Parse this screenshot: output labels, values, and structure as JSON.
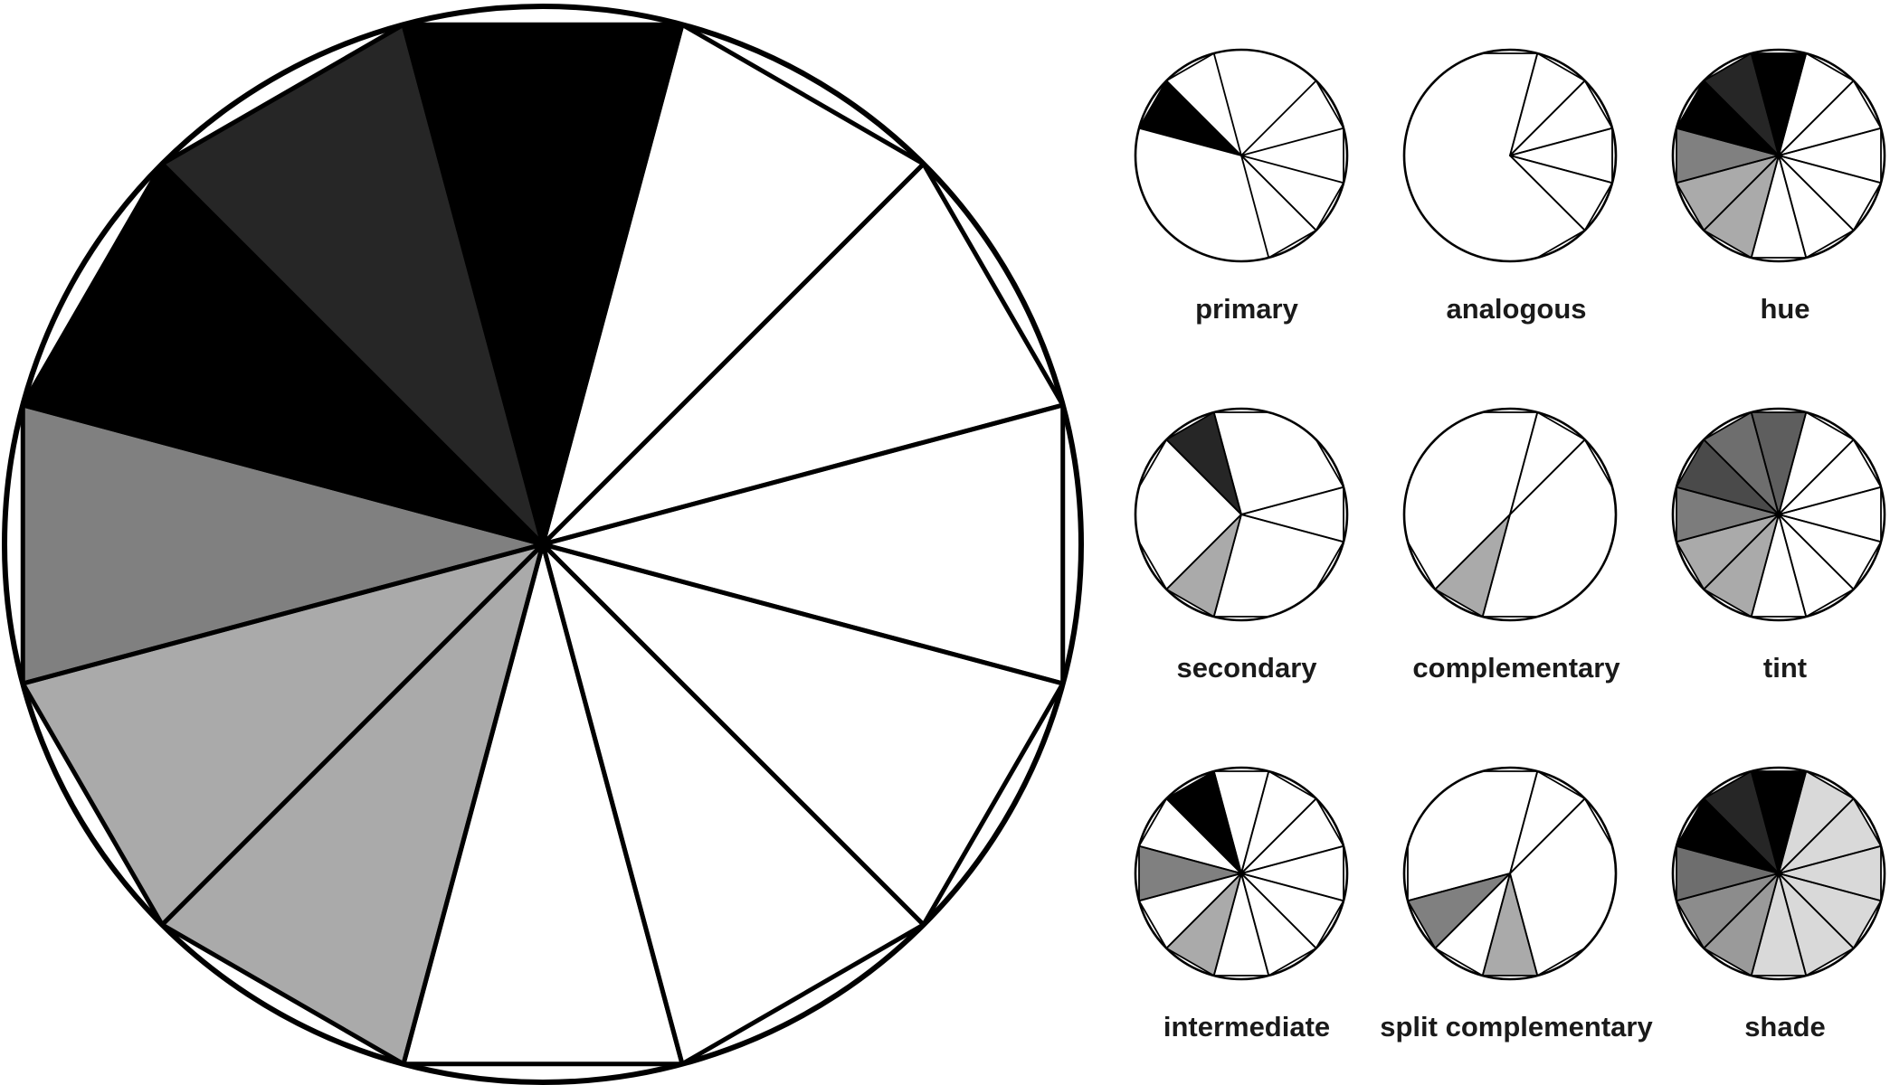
{
  "main_wheel": {
    "segments": [
      "#ffffff",
      "#ffffff",
      "#ffffff",
      "#ffffff",
      "#ffffff",
      "#ffffff",
      "#aaaaaa",
      "#aaaaaa",
      "#808080",
      "#000000",
      "#262626",
      "#000000"
    ]
  },
  "small_wheels": [
    {
      "label": "primary",
      "segments": [
        "#ffffff",
        "#ffffff",
        "#ffffff",
        "#ffffff",
        "#ffffff",
        "#ffffff",
        "#ffffff",
        "#ffffff",
        "#ffffff",
        "#000000",
        "#ffffff",
        "#ffffff"
      ],
      "lines": [
        [
          0,
          0
        ],
        [
          1,
          1
        ],
        [
          0,
          1
        ],
        [
          0,
          1
        ],
        [
          1,
          1
        ],
        [
          0,
          0
        ],
        [
          0,
          0
        ],
        [
          0,
          0
        ],
        [
          0,
          0
        ],
        [
          1,
          1
        ],
        [
          0,
          1
        ],
        [
          0,
          0
        ]
      ]
    },
    {
      "label": "analogous",
      "segments": [
        "#ffffff",
        "#ffffff",
        "#ffffff",
        "#ffffff",
        "#ffffff",
        "#ffffff",
        "#ffffff",
        "#ffffff",
        "#ffffff",
        "#ffffff",
        "#ffffff",
        "#ffffff"
      ],
      "lines": [
        [
          1,
          1
        ],
        [
          1,
          1
        ],
        [
          1,
          1
        ],
        [
          1,
          1
        ],
        [
          1,
          0
        ],
        [
          0,
          0
        ],
        [
          0,
          0
        ],
        [
          0,
          0
        ],
        [
          0,
          0
        ],
        [
          0,
          0
        ],
        [
          0,
          0
        ],
        [
          0,
          1
        ]
      ]
    },
    {
      "label": "hue",
      "segments": [
        "#ffffff",
        "#ffffff",
        "#ffffff",
        "#ffffff",
        "#ffffff",
        "#ffffff",
        "#aaaaaa",
        "#aaaaaa",
        "#808080",
        "#000000",
        "#262626",
        "#000000"
      ],
      "lines": "all"
    },
    {
      "label": "secondary",
      "segments": [
        "#ffffff",
        "#ffffff",
        "#ffffff",
        "#ffffff",
        "#ffffff",
        "#ffffff",
        "#aaaaaa",
        "#ffffff",
        "#ffffff",
        "#ffffff",
        "#262626",
        "#ffffff"
      ],
      "lines": [
        [
          0,
          0
        ],
        [
          0,
          1
        ],
        [
          1,
          1
        ],
        [
          1,
          0
        ],
        [
          0,
          0
        ],
        [
          0,
          1
        ],
        [
          1,
          1
        ],
        [
          1,
          0
        ],
        [
          0,
          0
        ],
        [
          0,
          1
        ],
        [
          1,
          1
        ],
        [
          1,
          0
        ]
      ]
    },
    {
      "label": "complementary",
      "segments": [
        "#ffffff",
        "#ffffff",
        "#ffffff",
        "#ffffff",
        "#ffffff",
        "#ffffff",
        "#aaaaaa",
        "#ffffff",
        "#ffffff",
        "#ffffff",
        "#ffffff",
        "#ffffff"
      ],
      "lines": [
        [
          1,
          1
        ],
        [
          1,
          0
        ],
        [
          0,
          0
        ],
        [
          0,
          0
        ],
        [
          0,
          0
        ],
        [
          0,
          1
        ],
        [
          1,
          1
        ],
        [
          1,
          0
        ],
        [
          0,
          0
        ],
        [
          0,
          0
        ],
        [
          0,
          0
        ],
        [
          0,
          1
        ]
      ]
    },
    {
      "label": "tint",
      "segments": [
        "#ffffff",
        "#ffffff",
        "#ffffff",
        "#ffffff",
        "#ffffff",
        "#ffffff",
        "#aaaaaa",
        "#aaaaaa",
        "#7c7c7c",
        "#4a4a4a",
        "#6e6e6e",
        "#5e5e5e"
      ],
      "lines": "all"
    },
    {
      "label": "intermediate",
      "segments": [
        "#ffffff",
        "#ffffff",
        "#ffffff",
        "#ffffff",
        "#ffffff",
        "#ffffff",
        "#aaaaaa",
        "#ffffff",
        "#808080",
        "#ffffff",
        "#000000",
        "#ffffff"
      ],
      "lines": "all"
    },
    {
      "label": "split complementary",
      "segments": [
        "#ffffff",
        "#ffffff",
        "#ffffff",
        "#ffffff",
        "#ffffff",
        "#aaaaaa",
        "#ffffff",
        "#808080",
        "#ffffff",
        "#ffffff",
        "#ffffff",
        "#ffffff"
      ],
      "lines": [
        [
          1,
          1
        ],
        [
          1,
          0
        ],
        [
          0,
          0
        ],
        [
          0,
          0
        ],
        [
          0,
          1
        ],
        [
          1,
          1
        ],
        [
          1,
          1
        ],
        [
          1,
          1
        ],
        [
          1,
          0
        ],
        [
          0,
          0
        ],
        [
          0,
          0
        ],
        [
          0,
          1
        ]
      ]
    },
    {
      "label": "shade",
      "segments": [
        "#d9d9d9",
        "#d9d9d9",
        "#d9d9d9",
        "#d9d9d9",
        "#d9d9d9",
        "#d9d9d9",
        "#9a9a9a",
        "#8c8c8c",
        "#6e6e6e",
        "#000000",
        "#262626",
        "#000000"
      ],
      "lines": "all"
    }
  ]
}
